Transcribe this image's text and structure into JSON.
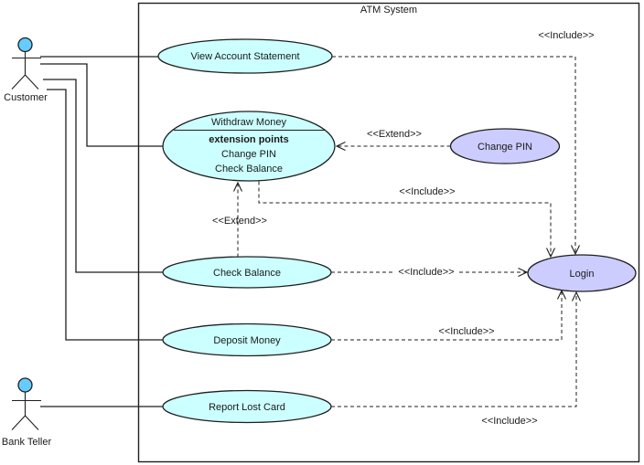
{
  "diagram": {
    "system_title": "ATM System"
  },
  "colors": {
    "usecase_fill": "#ccffff",
    "highlight_fill": "#ccccff",
    "actor_head_fill": "#66ccff",
    "stroke": "#1f1f1f",
    "background": "#ffffff"
  },
  "actors": [
    {
      "name": "Customer"
    },
    {
      "name": "Bank Teller"
    }
  ],
  "use_cases": [
    {
      "label": "View Account Statement"
    },
    {
      "label": "Withdraw Money",
      "compartment_header": "extension points",
      "extension_points": [
        "Change PIN",
        "Check Balance"
      ]
    },
    {
      "label": "Change PIN"
    },
    {
      "label": "Check Balance"
    },
    {
      "label": "Deposit Money"
    },
    {
      "label": "Report Lost Card"
    },
    {
      "label": "Login"
    }
  ],
  "connectors": [
    {
      "from": "View Account Statement",
      "to": "Login",
      "type": "include",
      "label": "<<Include>>"
    },
    {
      "from": "Change PIN",
      "to": "Withdraw Money",
      "type": "extend",
      "label": "<<Extend>>"
    },
    {
      "from": "Withdraw Money",
      "to": "Login",
      "type": "include",
      "label": "<<Include>>"
    },
    {
      "from": "Check Balance",
      "to": "Withdraw Money",
      "type": "extend",
      "label": "<<Extend>>"
    },
    {
      "from": "Check Balance",
      "to": "Login",
      "type": "include",
      "label": "<<Include>>"
    },
    {
      "from": "Deposit Money",
      "to": "Login",
      "type": "include",
      "label": "<<Include>>"
    },
    {
      "from": "Report Lost Card",
      "to": "Login",
      "type": "include",
      "label": "<<Include>>"
    }
  ]
}
